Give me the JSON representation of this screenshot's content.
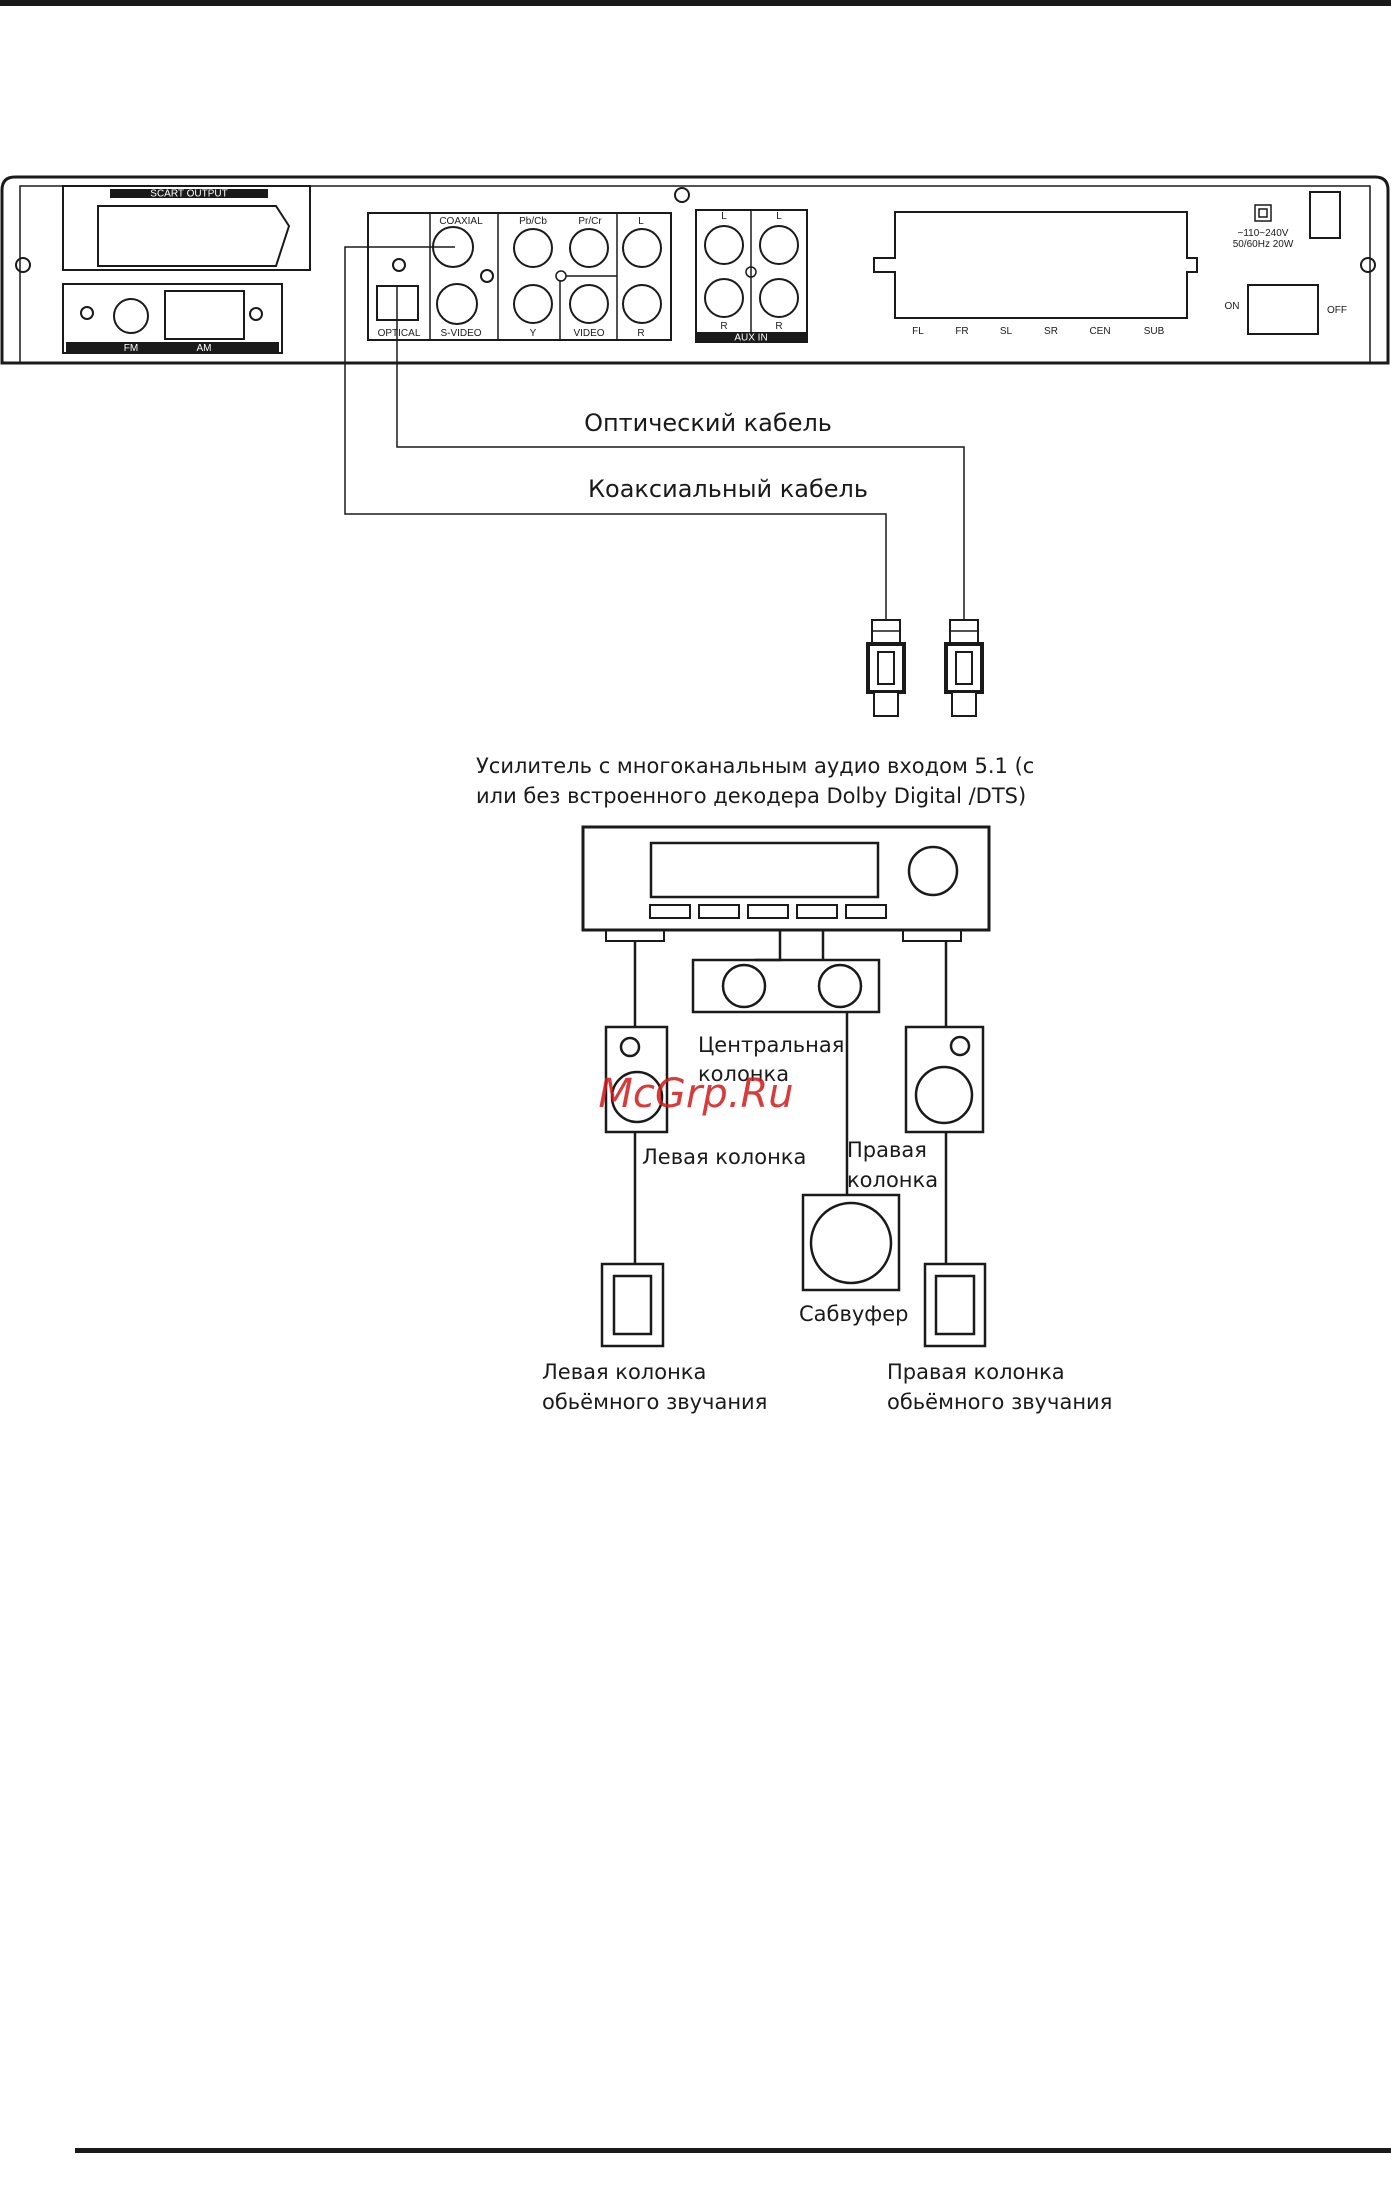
{
  "panel": {
    "scart_label": "SCART OUTPUT",
    "fm_label": "FM",
    "am_label": "AM",
    "coaxial_label": "COAXIAL",
    "svideo_label": "S-VIDEO",
    "optical_label": "OPTICAL",
    "pbcb_label": "Pb/Cb",
    "prcr_label": "Pr/Cr",
    "y_label": "Y",
    "video_label": "VIDEO",
    "audio_l_label": "L",
    "audio_r_label": "R",
    "aux_l1": "L",
    "aux_l2": "L",
    "aux_r1": "R",
    "aux_r2": "R",
    "aux_in_label": "AUX IN",
    "power_rating_1": "~110~240V",
    "power_rating_2": "50/60Hz  20W",
    "on_label": "ON",
    "off_label": "OFF",
    "speaker_outputs": [
      "FL",
      "FR",
      "SL",
      "SR",
      "CEN",
      "SUB"
    ]
  },
  "cables": {
    "optical": "Оптический кабель",
    "coaxial": "Коаксиальный кабель"
  },
  "amplifier": {
    "caption_line1": "Усилитель с многоканальным аудио входом 5.1 (с",
    "caption_line2": "или без встроенного декодера Dolby Digital /DTS)"
  },
  "speakers": {
    "center_line1": "Центральная",
    "center_line2": "колонка",
    "left": "Левая колонка",
    "right_line1": "Правая",
    "right_line2": "колонка",
    "subwoofer": "Сабвуфер",
    "left_surround_line1": "Левая колонка",
    "left_surround_line2": "обьёмного звучания",
    "right_surround_line1": "Правая колонка",
    "right_surround_line2": "обьёмного звучания"
  },
  "watermark": "McGrp.Ru"
}
